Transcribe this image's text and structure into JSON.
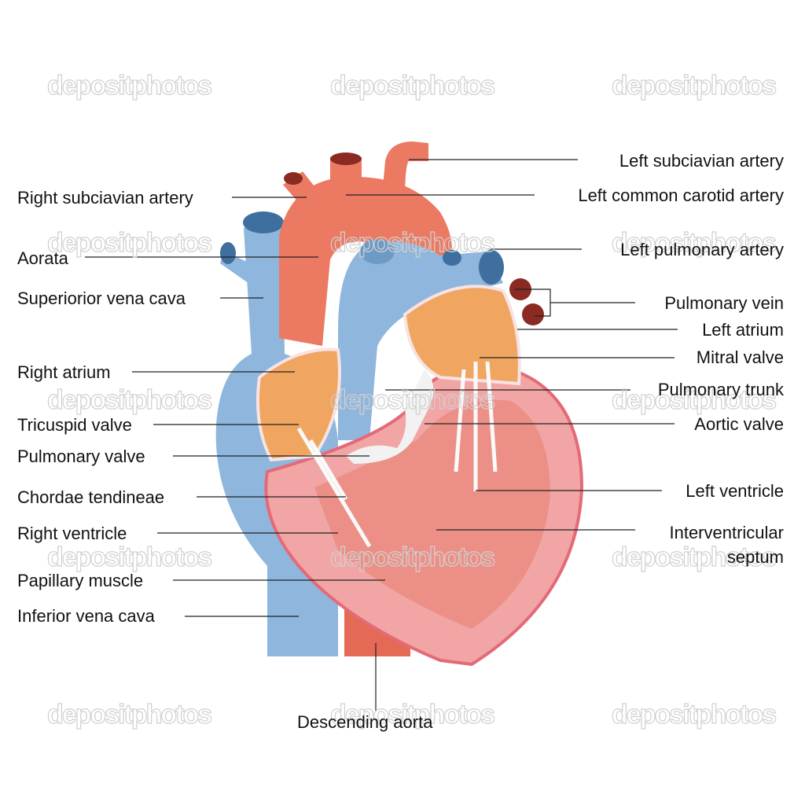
{
  "watermark": "depositphotos",
  "colors": {
    "artery": "#ec7a63",
    "vein": "#8fb6dc",
    "muscle": "#f2a5a5",
    "valve": "#f2f2f2",
    "fat": "#f0a560"
  },
  "labels_left": [
    {
      "id": "right-subclavian-artery",
      "text": "Right subciavian artery"
    },
    {
      "id": "aorta",
      "text": "Aorata"
    },
    {
      "id": "superior-vena-cava",
      "text": "Superiorior vena cava"
    },
    {
      "id": "right-atrium",
      "text": "Right atrium"
    },
    {
      "id": "tricuspid-valve",
      "text": "Tricuspid valve"
    },
    {
      "id": "pulmonary-valve",
      "text": "Pulmonary valve"
    },
    {
      "id": "chordae-tendineae",
      "text": "Chordae tendineae"
    },
    {
      "id": "right-ventricle",
      "text": "Right ventricle"
    },
    {
      "id": "papillary-muscle",
      "text": "Papillary muscle"
    },
    {
      "id": "inferior-vena-cava",
      "text": "Inferior vena cava"
    }
  ],
  "labels_right": [
    {
      "id": "left-subclavian-artery",
      "text": "Left subciavian artery"
    },
    {
      "id": "left-common-carotid-artery",
      "text": "Left common carotid artery"
    },
    {
      "id": "left-pulmonary-artery",
      "text": "Left pulmonary artery"
    },
    {
      "id": "pulmonary-vein",
      "text": "Pulmonary vein"
    },
    {
      "id": "left-atrium",
      "text": "Left atrium"
    },
    {
      "id": "mitral-valve",
      "text": "Mitral valve"
    },
    {
      "id": "pulmonary-trunk",
      "text": "Pulmonary trunk"
    },
    {
      "id": "aortic-valve",
      "text": "Aortic valve"
    },
    {
      "id": "left-ventricle",
      "text": "Left ventricle"
    },
    {
      "id": "interventricular-septum",
      "text": "Interventricular\nseptum"
    }
  ],
  "label_bottom": {
    "id": "descending-aorta",
    "text": "Descending aorta"
  }
}
